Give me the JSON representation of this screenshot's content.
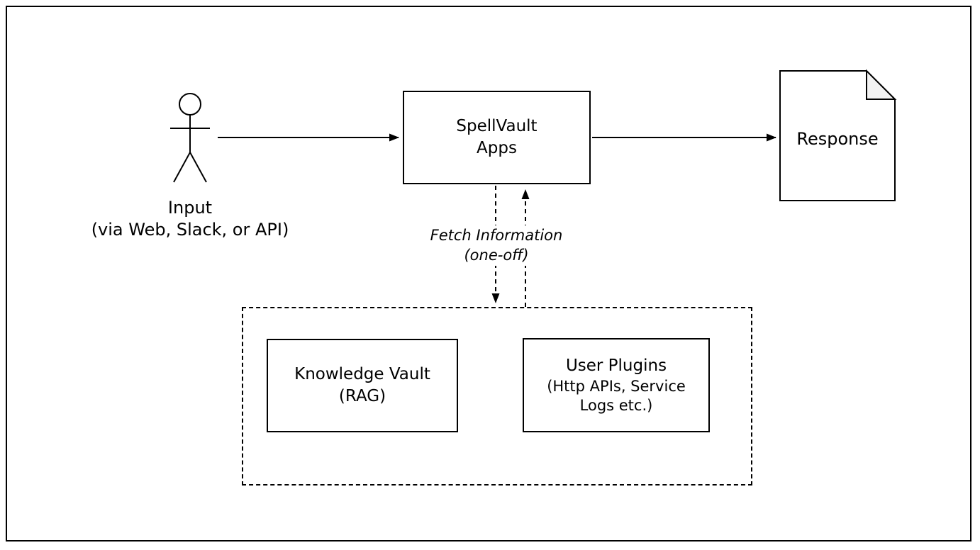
{
  "actor": {
    "label_line1": "Input",
    "label_line2": "(via Web, Slack, or API)"
  },
  "app_box": {
    "line1": "SpellVault",
    "line2": "Apps"
  },
  "response_doc": {
    "label": "Response"
  },
  "fetch_label": {
    "line1": "Fetch Information",
    "line2": "(one-off)"
  },
  "plugins_group": {
    "knowledge_vault": {
      "line1": "Knowledge Vault",
      "line2": "(RAG)"
    },
    "user_plugins": {
      "line1": "User Plugins",
      "line2": "(Http APIs, Service",
      "line3": "Logs etc.)"
    }
  },
  "icons": {
    "actor": "stick-figure-icon",
    "response": "document-icon"
  },
  "colors": {
    "stroke": "#000000",
    "background": "#ffffff",
    "document_fold": "#f2f2f2"
  }
}
